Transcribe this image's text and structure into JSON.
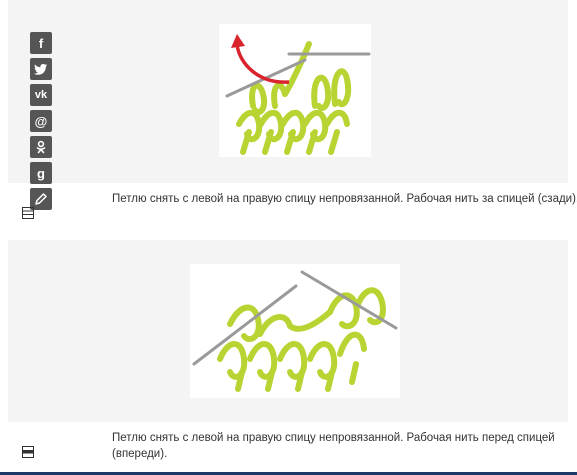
{
  "share": {
    "items": [
      {
        "network": "facebook",
        "glyph": "f"
      },
      {
        "network": "twitter",
        "glyph": ""
      },
      {
        "network": "vk",
        "glyph": "vk"
      },
      {
        "network": "mail",
        "glyph": "@"
      },
      {
        "network": "odnoklassniki",
        "glyph": ""
      },
      {
        "network": "google",
        "glyph": "g"
      },
      {
        "network": "edit",
        "glyph": ""
      }
    ]
  },
  "steps": [
    {
      "image_alt": "knitting-slip-stitch-yarn-back",
      "caption": "Петлю снять с левой на правую спицу непровязанной. Рабочая нить за спицей (сзади)."
    },
    {
      "image_alt": "knitting-slip-stitch-yarn-front",
      "caption": "Петлю снять с левой на правую спицу непровязанной. Рабочая нить перед спицей (впереди)."
    }
  ],
  "colors": {
    "yarn": "#b7d432",
    "yarn_stroke": "#8fa31d",
    "needle": "#9a9a9a",
    "arrow": "#d9232d",
    "panel": "#f4f4f4",
    "share_button": "#555555"
  }
}
